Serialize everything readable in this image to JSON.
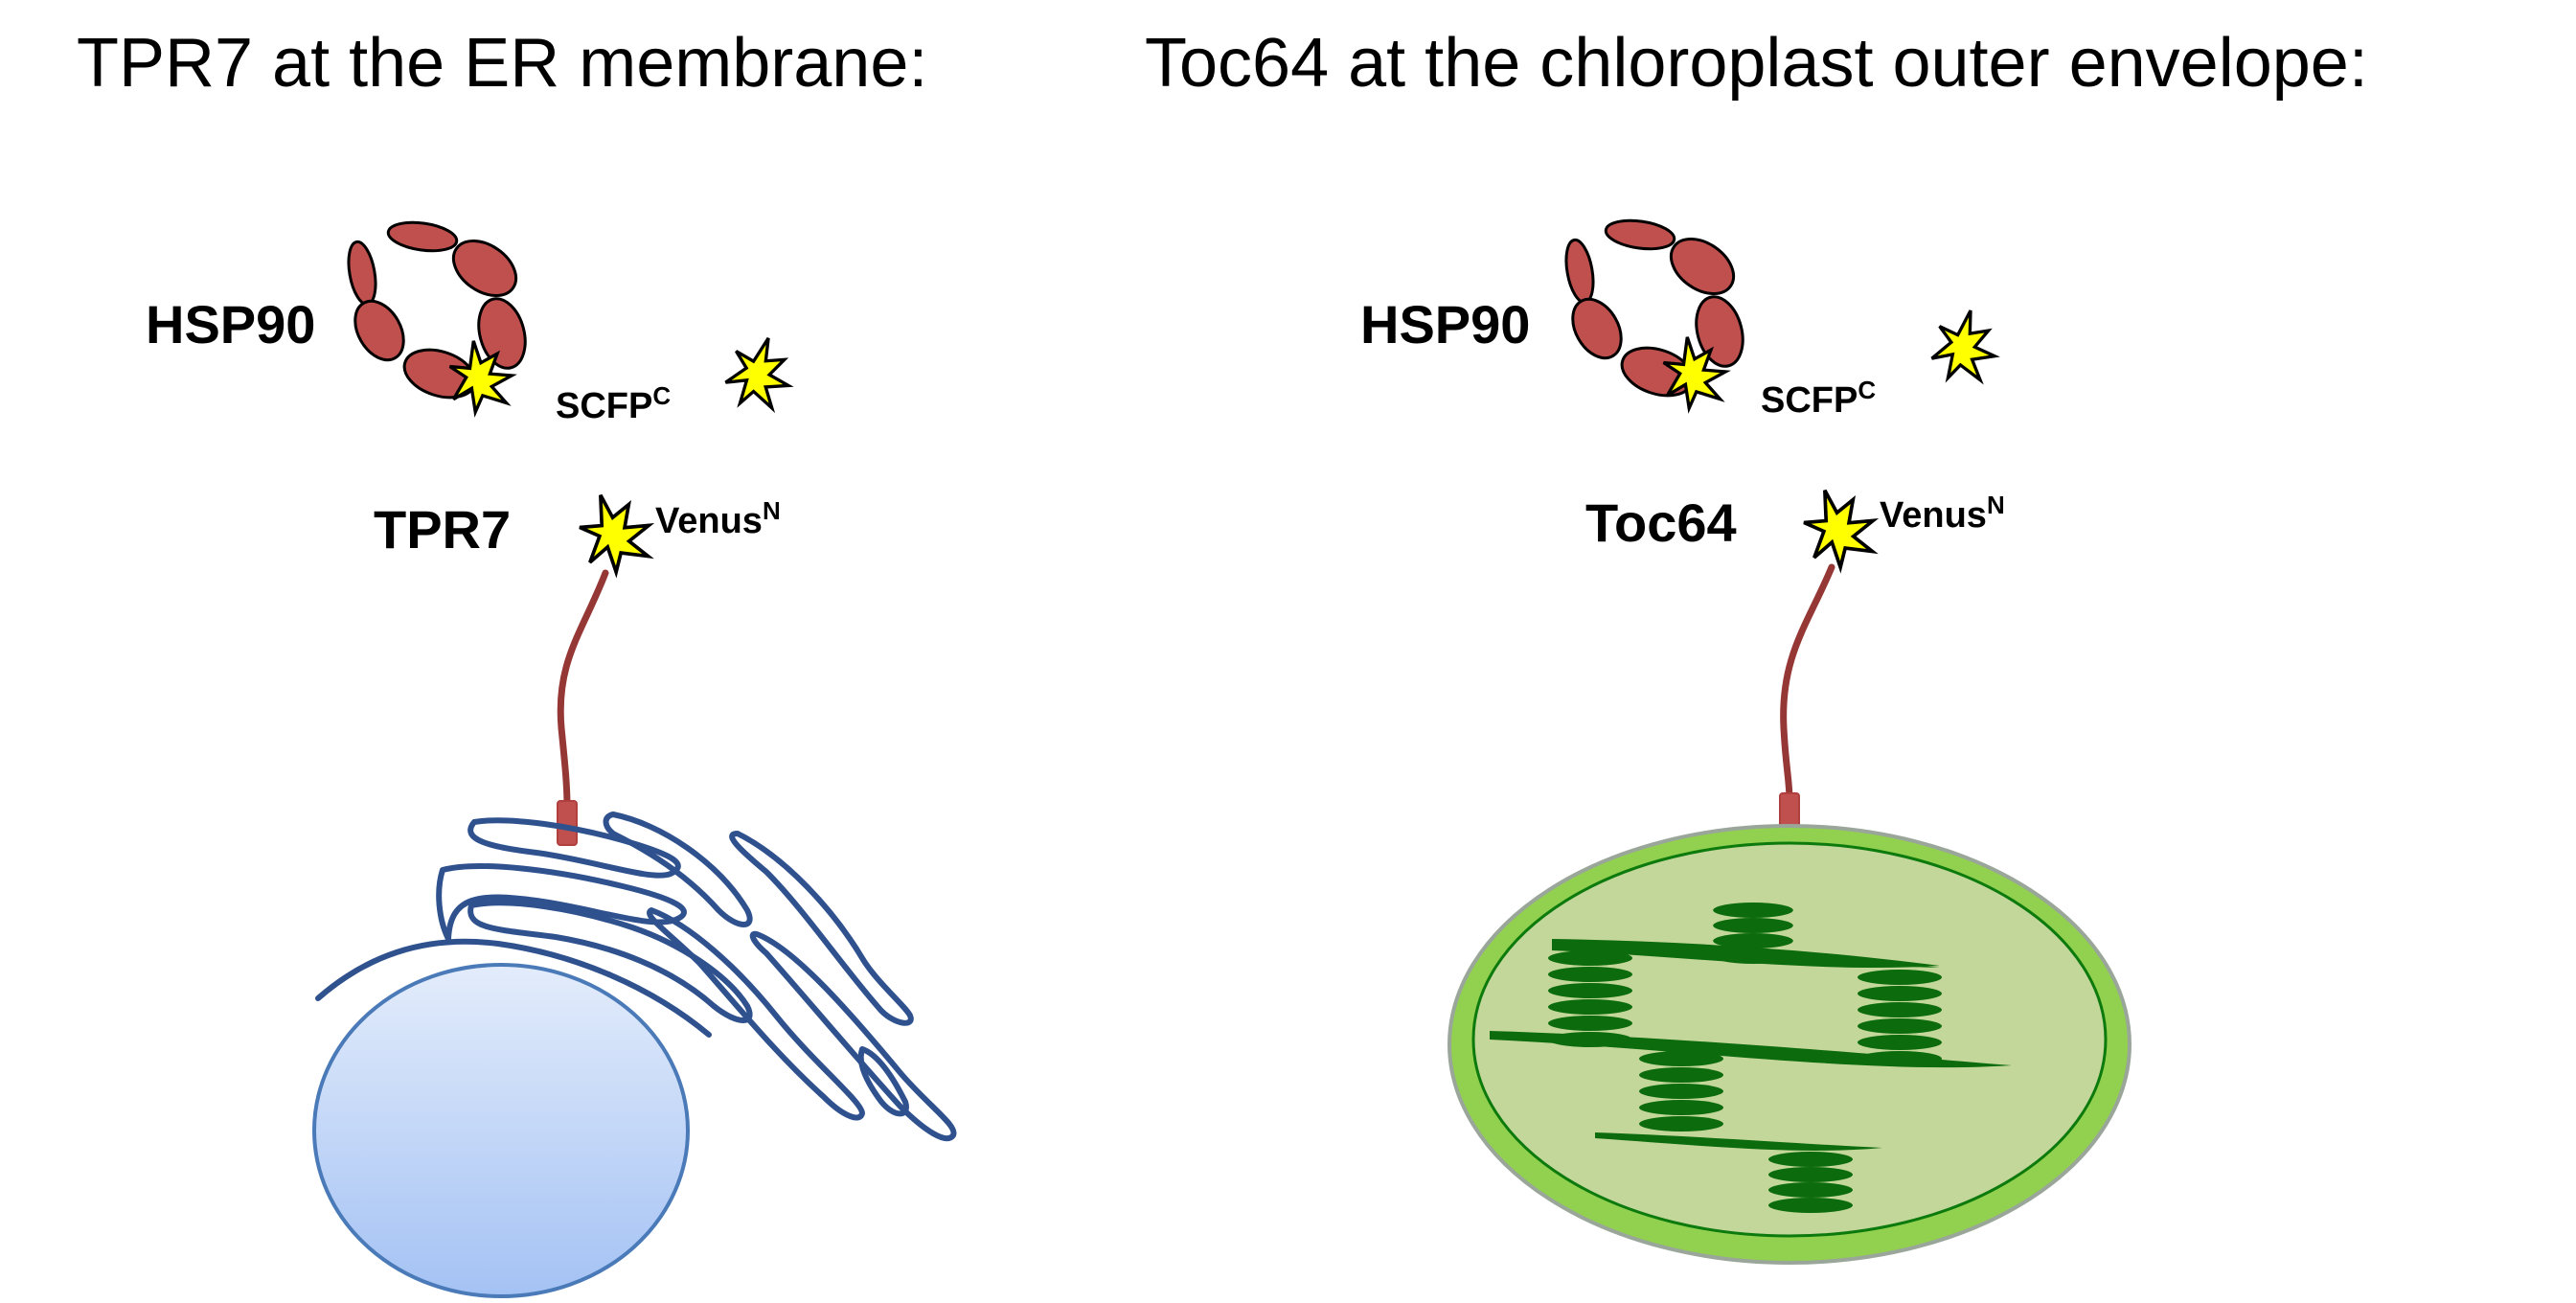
{
  "panels": [
    {
      "title": "TPR7 at the ER membrane:",
      "hsp_label": "HSP90",
      "scfp_label": "SCFP",
      "scfp_sup": "C",
      "protein_label": "TPR7",
      "venus_label": "Venus",
      "venus_sup": "N",
      "organelle": "endoplasmic-reticulum-with-nucleus"
    },
    {
      "title": "Toc64 at the chloroplast outer envelope:",
      "hsp_label": "HSP90",
      "scfp_label": "SCFP",
      "scfp_sup": "C",
      "protein_label": "Toc64",
      "venus_label": "Venus",
      "venus_sup": "N",
      "organelle": "chloroplast"
    }
  ],
  "colors": {
    "hsp90": "#c0504d",
    "fluor": "#ffff00",
    "tether": "#953735",
    "anchor": "#c0504d",
    "er": "#2f528f",
    "nucleus": "#a4c2f4",
    "chloroplast_outer": "#92d050",
    "chloroplast_inner": "#c4d79b",
    "thylakoid": "#0c6b0c"
  }
}
